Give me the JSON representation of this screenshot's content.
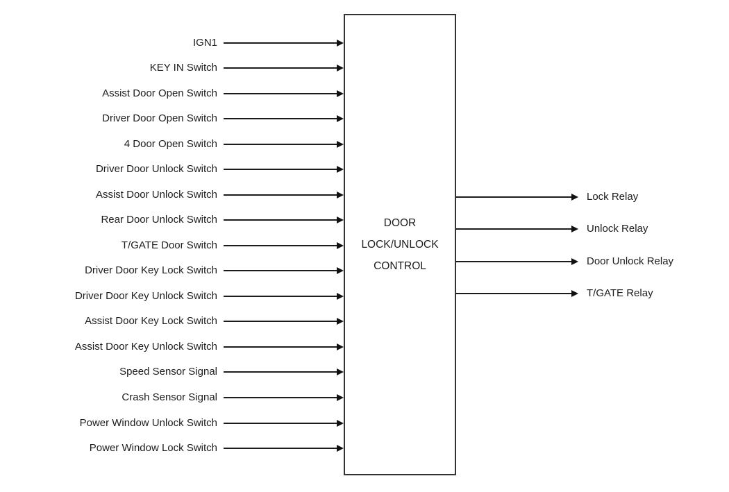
{
  "diagram": {
    "block": {
      "title_lines": [
        "DOOR",
        "LOCK/UNLOCK",
        "CONTROL"
      ]
    },
    "inputs": [
      {
        "label": "IGN1"
      },
      {
        "label": "KEY IN Switch"
      },
      {
        "label": "Assist Door Open Switch"
      },
      {
        "label": "Driver Door Open Switch"
      },
      {
        "label": "4 Door Open Switch"
      },
      {
        "label": "Driver Door Unlock Switch"
      },
      {
        "label": "Assist Door Unlock Switch"
      },
      {
        "label": "Rear Door Unlock Switch"
      },
      {
        "label": "T/GATE Door Switch"
      },
      {
        "label": "Driver Door Key Lock Switch"
      },
      {
        "label": "Driver Door Key Unlock Switch"
      },
      {
        "label": "Assist Door Key Lock Switch"
      },
      {
        "label": "Assist Door Key Unlock Switch"
      },
      {
        "label": "Speed Sensor Signal"
      },
      {
        "label": "Crash Sensor Signal"
      },
      {
        "label": "Power Window Unlock Switch"
      },
      {
        "label": "Power Window Lock Switch"
      }
    ],
    "outputs": [
      {
        "label": "Lock Relay"
      },
      {
        "label": "Unlock Relay"
      },
      {
        "label": "Door Unlock Relay"
      },
      {
        "label": "T/GATE Relay"
      }
    ],
    "colors": {
      "background": "#ffffff",
      "line": "#1c1c1c",
      "text": "#1c1c1c",
      "block_border": "#333333"
    }
  }
}
